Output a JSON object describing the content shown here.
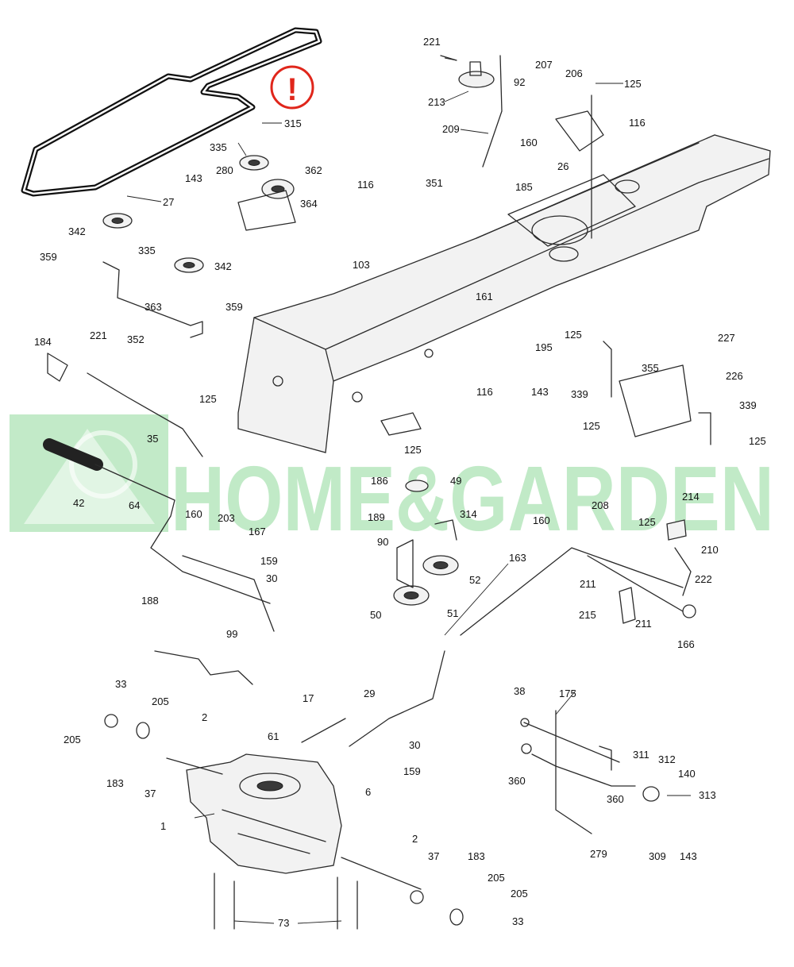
{
  "watermark": {
    "text": "HOME&GARDEN",
    "color": "#8fd99a"
  },
  "warning": {
    "symbol": "!",
    "color": "#e0261b"
  },
  "callouts": [
    {
      "id": "c221a",
      "text": "221"
    },
    {
      "id": "c213",
      "text": "213"
    },
    {
      "id": "c209",
      "text": "209"
    },
    {
      "id": "c92",
      "text": "92"
    },
    {
      "id": "c207",
      "text": "207"
    },
    {
      "id": "c206",
      "text": "206"
    },
    {
      "id": "c125a",
      "text": "125"
    },
    {
      "id": "c116a",
      "text": "116"
    },
    {
      "id": "c160a",
      "text": "160"
    },
    {
      "id": "c26",
      "text": "26"
    },
    {
      "id": "c185",
      "text": "185"
    },
    {
      "id": "c315",
      "text": "315"
    },
    {
      "id": "c335a",
      "text": "335"
    },
    {
      "id": "c280",
      "text": "280"
    },
    {
      "id": "c362",
      "text": "362"
    },
    {
      "id": "c143a",
      "text": "143"
    },
    {
      "id": "c364",
      "text": "364"
    },
    {
      "id": "c27",
      "text": "27"
    },
    {
      "id": "c342a",
      "text": "342"
    },
    {
      "id": "c335b",
      "text": "335"
    },
    {
      "id": "c359a",
      "text": "359"
    },
    {
      "id": "c342b",
      "text": "342"
    },
    {
      "id": "c363",
      "text": "363"
    },
    {
      "id": "c359b",
      "text": "359"
    },
    {
      "id": "c352",
      "text": "352"
    },
    {
      "id": "c116b",
      "text": "116"
    },
    {
      "id": "c351",
      "text": "351"
    },
    {
      "id": "c103",
      "text": "103"
    },
    {
      "id": "c161",
      "text": "161"
    },
    {
      "id": "c184",
      "text": "184"
    },
    {
      "id": "c221b",
      "text": "221"
    },
    {
      "id": "c125b",
      "text": "125"
    },
    {
      "id": "c35",
      "text": "35"
    },
    {
      "id": "c195",
      "text": "195"
    },
    {
      "id": "c143b",
      "text": "143"
    },
    {
      "id": "c116c",
      "text": "116"
    },
    {
      "id": "c125c",
      "text": "125"
    },
    {
      "id": "c227",
      "text": "227"
    },
    {
      "id": "c355",
      "text": "355"
    },
    {
      "id": "c226",
      "text": "226"
    },
    {
      "id": "c339a",
      "text": "339"
    },
    {
      "id": "c339b",
      "text": "339"
    },
    {
      "id": "c125d",
      "text": "125"
    },
    {
      "id": "c125e",
      "text": "125"
    },
    {
      "id": "c125f",
      "text": "125"
    },
    {
      "id": "c42",
      "text": "42"
    },
    {
      "id": "c64",
      "text": "64"
    },
    {
      "id": "c160b",
      "text": "160"
    },
    {
      "id": "c203",
      "text": "203"
    },
    {
      "id": "c167",
      "text": "167"
    },
    {
      "id": "c159a",
      "text": "159"
    },
    {
      "id": "c30a",
      "text": "30"
    },
    {
      "id": "c188",
      "text": "188"
    },
    {
      "id": "c186",
      "text": "186"
    },
    {
      "id": "c49",
      "text": "49"
    },
    {
      "id": "c189",
      "text": "189"
    },
    {
      "id": "c314",
      "text": "314"
    },
    {
      "id": "c90",
      "text": "90"
    },
    {
      "id": "c52",
      "text": "52"
    },
    {
      "id": "c50",
      "text": "50"
    },
    {
      "id": "c51",
      "text": "51"
    },
    {
      "id": "c160c",
      "text": "160"
    },
    {
      "id": "c208",
      "text": "208"
    },
    {
      "id": "c125g",
      "text": "125"
    },
    {
      "id": "c214",
      "text": "214"
    },
    {
      "id": "c210",
      "text": "210"
    },
    {
      "id": "c163",
      "text": "163"
    },
    {
      "id": "c211a",
      "text": "211"
    },
    {
      "id": "c222",
      "text": "222"
    },
    {
      "id": "c215",
      "text": "215"
    },
    {
      "id": "c211b",
      "text": "211"
    },
    {
      "id": "c166",
      "text": "166"
    },
    {
      "id": "c99",
      "text": "99"
    },
    {
      "id": "c33a",
      "text": "33"
    },
    {
      "id": "c205a",
      "text": "205"
    },
    {
      "id": "c205b",
      "text": "205"
    },
    {
      "id": "c2a",
      "text": "2"
    },
    {
      "id": "c183a",
      "text": "183"
    },
    {
      "id": "c37a",
      "text": "37"
    },
    {
      "id": "c17",
      "text": "17"
    },
    {
      "id": "c61",
      "text": "61"
    },
    {
      "id": "c29",
      "text": "29"
    },
    {
      "id": "c30b",
      "text": "30"
    },
    {
      "id": "c159b",
      "text": "159"
    },
    {
      "id": "c6",
      "text": "6"
    },
    {
      "id": "c1",
      "text": "1"
    },
    {
      "id": "c2b",
      "text": "2"
    },
    {
      "id": "c37b",
      "text": "37"
    },
    {
      "id": "c183b",
      "text": "183"
    },
    {
      "id": "c205c",
      "text": "205"
    },
    {
      "id": "c205d",
      "text": "205"
    },
    {
      "id": "c33b",
      "text": "33"
    },
    {
      "id": "c73",
      "text": "73"
    },
    {
      "id": "c38",
      "text": "38"
    },
    {
      "id": "c175",
      "text": "175"
    },
    {
      "id": "c360a",
      "text": "360"
    },
    {
      "id": "c311",
      "text": "311"
    },
    {
      "id": "c312",
      "text": "312"
    },
    {
      "id": "c140",
      "text": "140"
    },
    {
      "id": "c313",
      "text": "313"
    },
    {
      "id": "c360b",
      "text": "360"
    },
    {
      "id": "c279",
      "text": "279"
    },
    {
      "id": "c309",
      "text": "309"
    },
    {
      "id": "c143c",
      "text": "143"
    }
  ]
}
